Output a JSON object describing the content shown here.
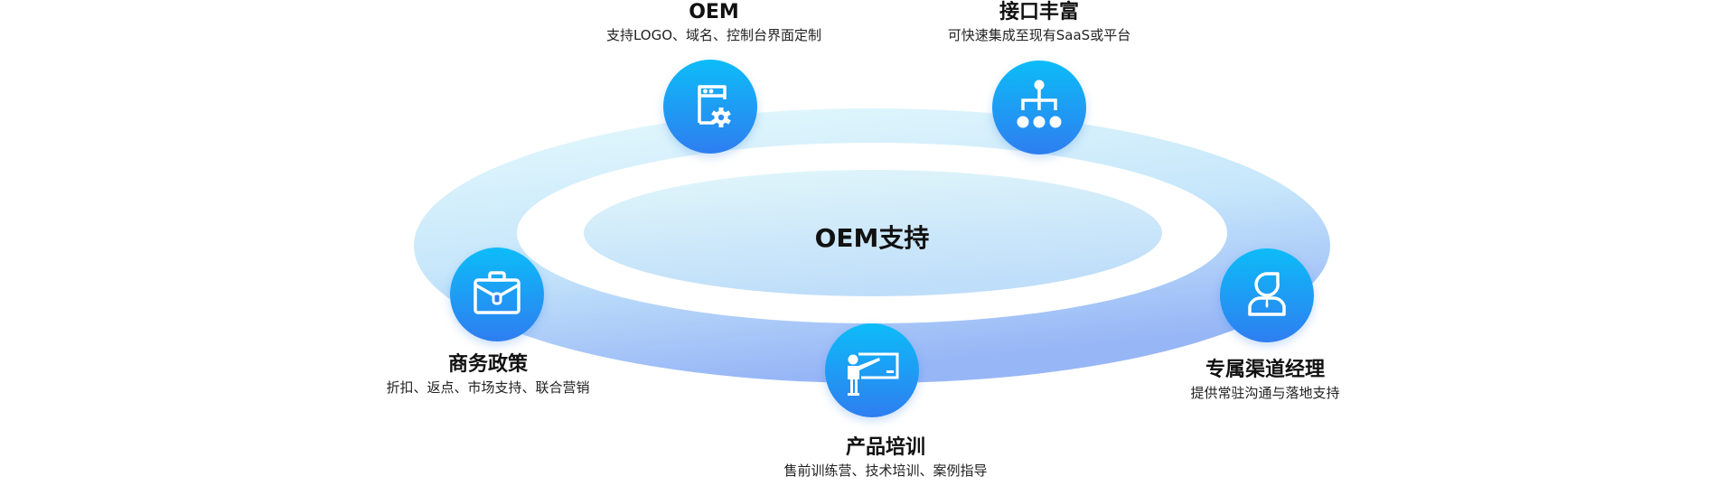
{
  "center": {
    "label": "OEM支持"
  },
  "colors": {
    "circle_top": "#0dbcf8",
    "circle_bottom": "#2e7ef0",
    "ring_light": "#e4f8fb",
    "ring_dark": "#9fbdf7"
  },
  "nodes": [
    {
      "id": "oem",
      "title": "OEM",
      "desc": "支持LOGO、域名、控制台界面定制",
      "icon": "window-gear-icon"
    },
    {
      "id": "api",
      "title": "接口丰富",
      "desc": "可快速集成至现有SaaS或平台",
      "icon": "hierarchy-icon"
    },
    {
      "id": "business",
      "title": "商务政策",
      "desc": "折扣、返点、市场支持、联合营销",
      "icon": "briefcase-icon"
    },
    {
      "id": "training",
      "title": "产品培训",
      "desc": "售前训练营、技术培训、案例指导",
      "icon": "teacher-board-icon"
    },
    {
      "id": "manager",
      "title": "专属渠道经理",
      "desc": "提供常驻沟通与落地支持",
      "icon": "user-icon"
    }
  ]
}
